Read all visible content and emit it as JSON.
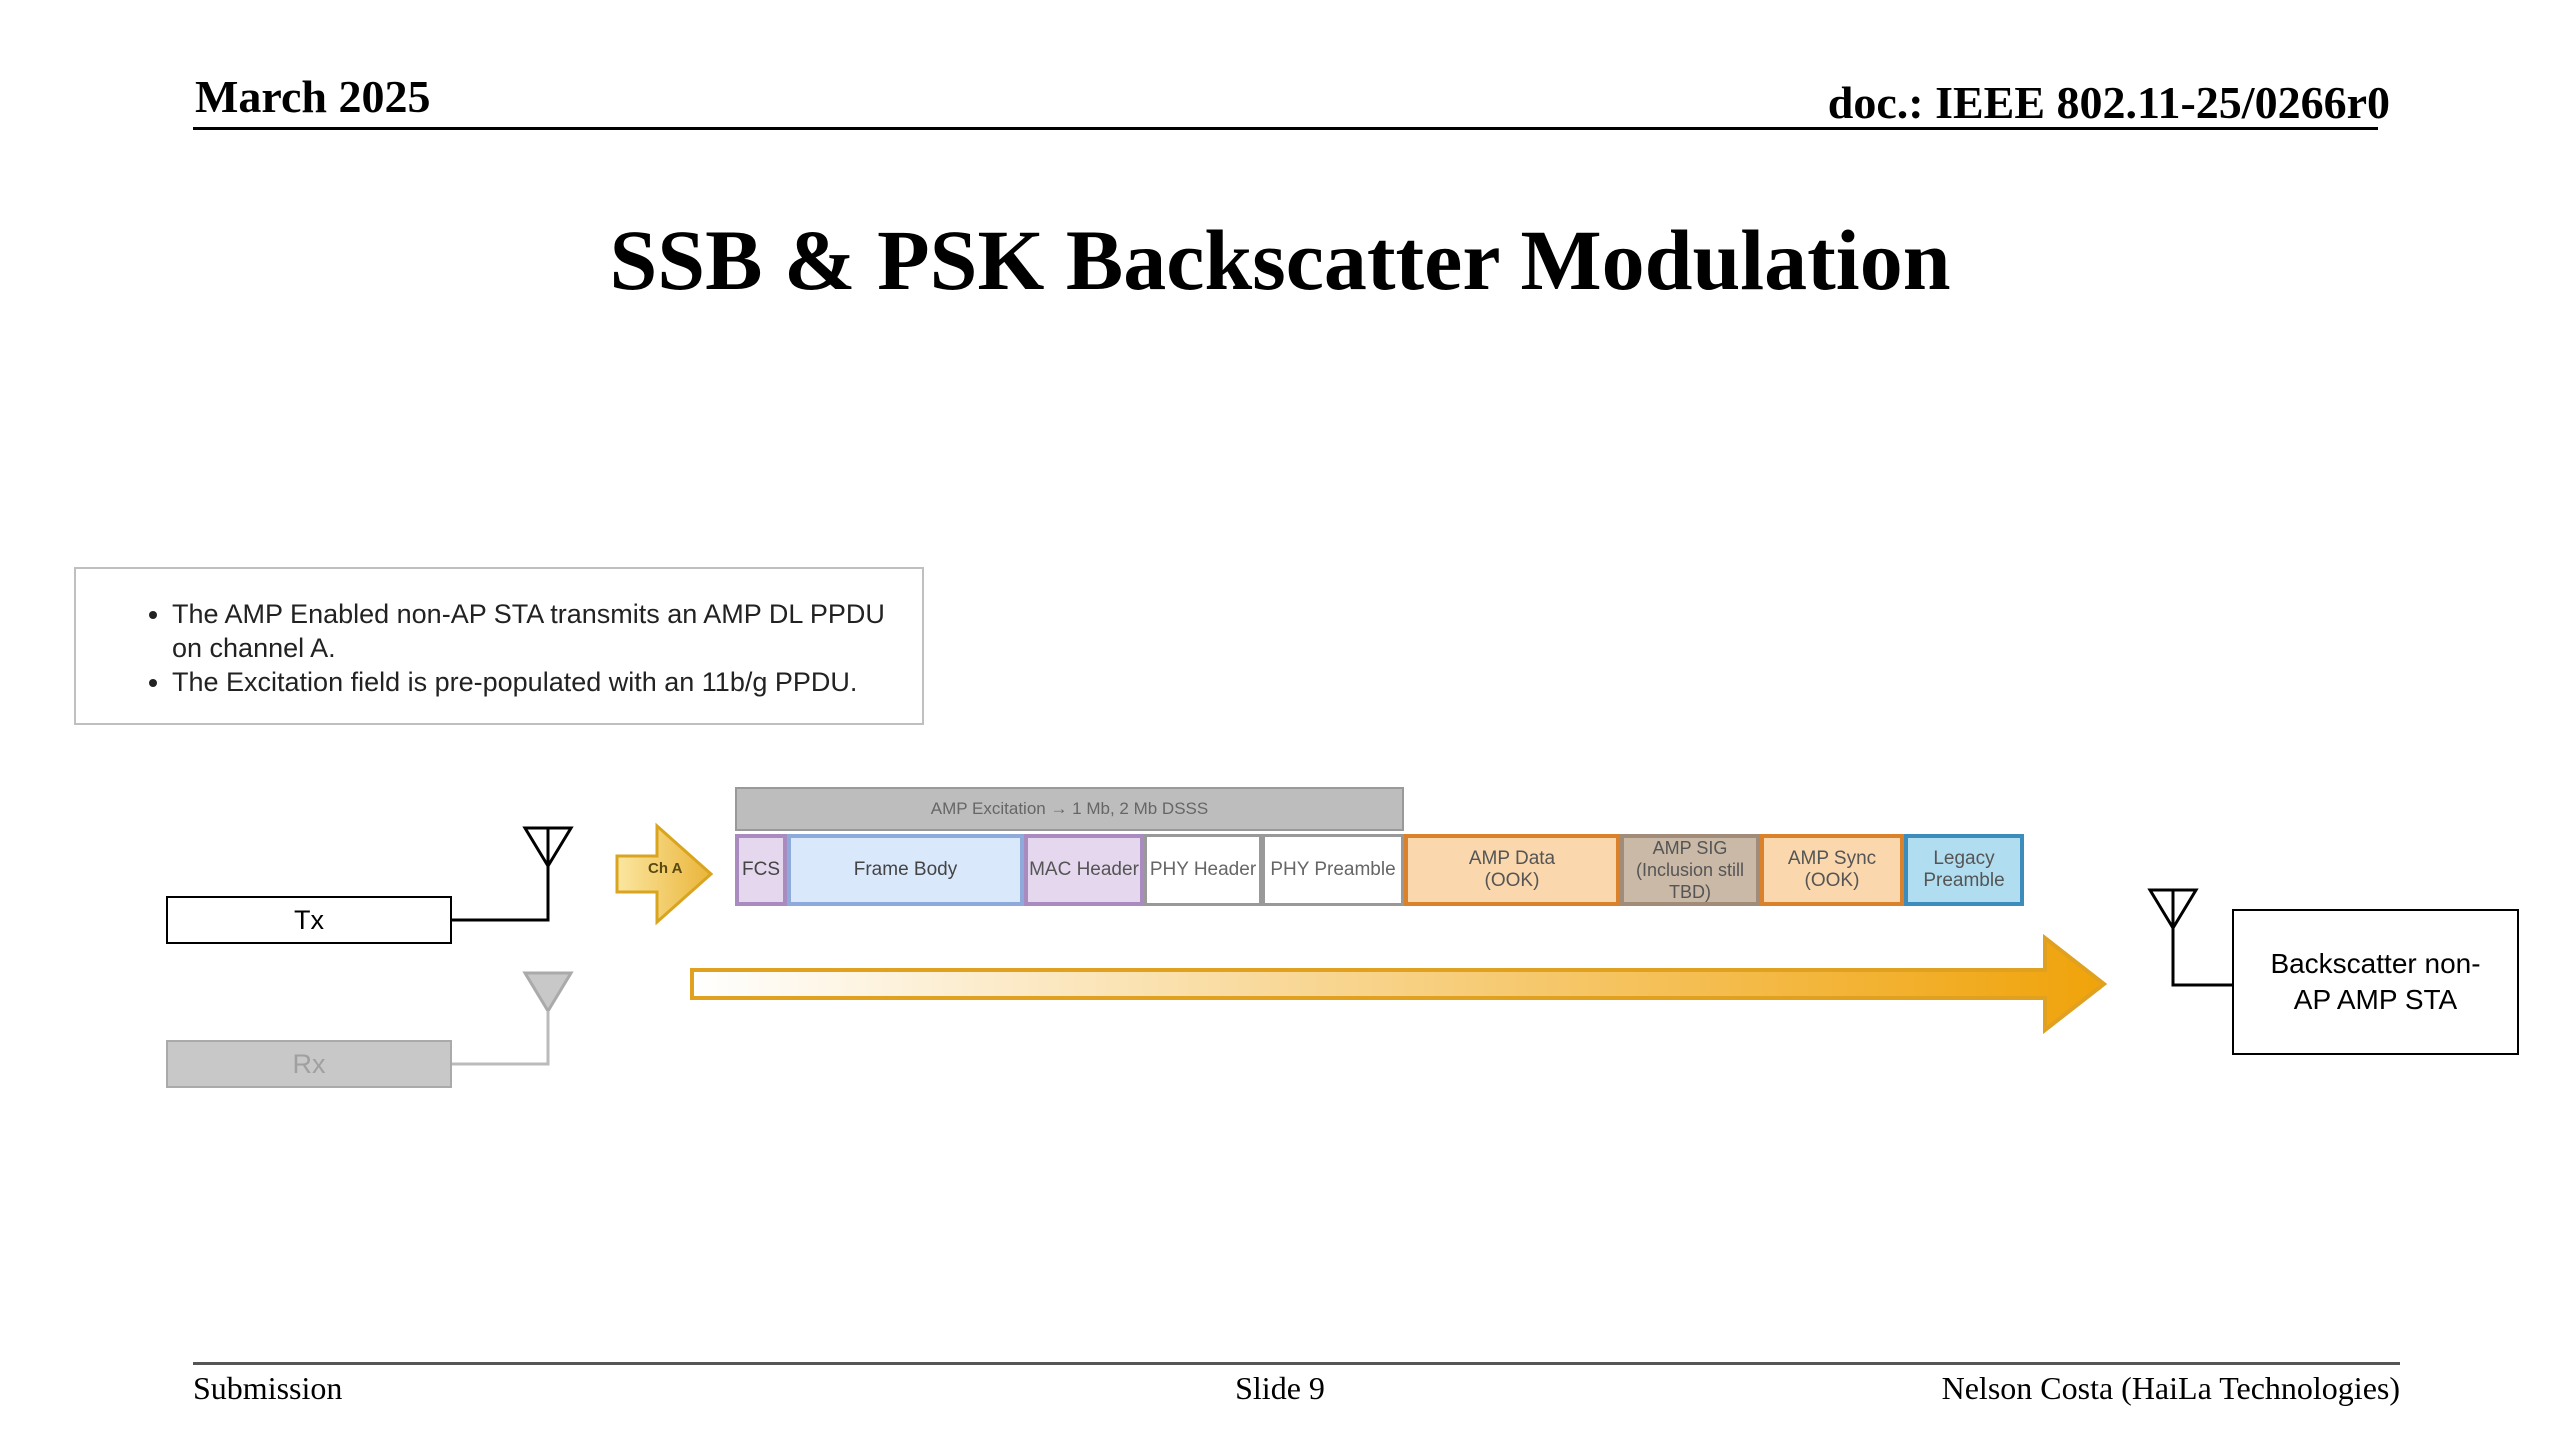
{
  "header": {
    "date": "March 2025",
    "doc": "doc.: IEEE 802.11-25/0266r0"
  },
  "title": "SSB & PSK Backscatter Modulation",
  "bullets": [
    "The AMP Enabled non-AP STA transmits an AMP DL PPDU on channel A.",
    "The Excitation field is pre-populated with an 11b/g PPDU."
  ],
  "diagram": {
    "tx_label": "Tx",
    "rx_label": "Rx",
    "channel_label": "Ch A",
    "excitation_label": "AMP Excitation → 1 Mb, 2 Mb DSSS",
    "fields": {
      "fcs": "FCS",
      "frame_body": "Frame Body",
      "mac_header": "MAC Header",
      "phy_header": "PHY Header",
      "phy_preamble": "PHY Preamble",
      "amp_data": "AMP Data (OOK)",
      "amp_sig": "AMP SIG (Inclusion still TBD)",
      "amp_sync": "AMP Sync (OOK)",
      "legacy_preamble": "Legacy Preamble"
    },
    "sta_label": "Backscatter non-AP AMP STA",
    "colors": {
      "arrow_start": "#ffffff",
      "arrow_end": "#f0a30a",
      "cha_arrow": "#f5cf60"
    }
  },
  "footer": {
    "left": "Submission",
    "center": "Slide 9",
    "right": "Nelson Costa (HaiLa Technologies)"
  }
}
